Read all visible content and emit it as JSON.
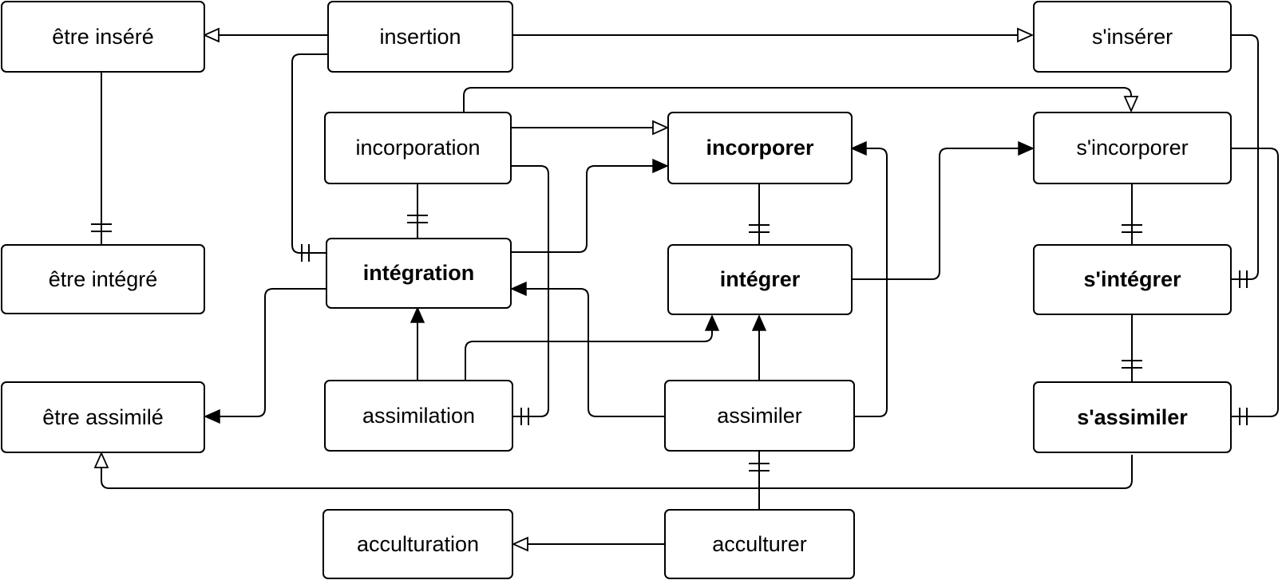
{
  "nodes": {
    "etre_insere": "être inséré",
    "insertion": "insertion",
    "s_inserer": "s'insérer",
    "incorporation": "incorporation",
    "incorporer": "incorporer",
    "s_incorporer": "s'incorporer",
    "etre_integre": "être intégré",
    "integration": "intégration",
    "integrer": "intégrer",
    "s_integrer": "s'intégrer",
    "etre_assimile": "être assimilé",
    "assimilation": "assimilation",
    "assimiler": "assimiler",
    "s_assimiler": "s'assimiler",
    "acculturation": "acculturation",
    "acculturer": "acculturer"
  }
}
